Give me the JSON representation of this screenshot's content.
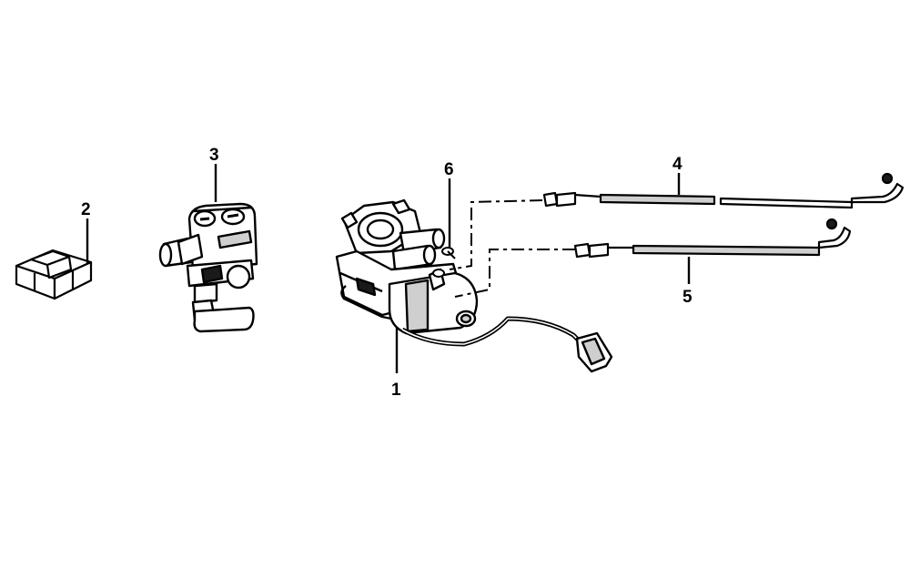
{
  "diagram": {
    "colors": {
      "ink": "#000000",
      "paper": "#ffffff",
      "shade": "#cfcfcf",
      "dark": "#1a1a1a"
    },
    "callouts": [
      {
        "id": "1",
        "label": "1",
        "part": "motor-assembly"
      },
      {
        "id": "2",
        "label": "2",
        "part": "relay-block"
      },
      {
        "id": "3",
        "label": "3",
        "part": "switch-unit"
      },
      {
        "id": "4",
        "label": "4",
        "part": "upper-cable"
      },
      {
        "id": "5",
        "label": "5",
        "part": "lower-cable"
      },
      {
        "id": "6",
        "label": "6",
        "part": "o-ring"
      }
    ]
  }
}
